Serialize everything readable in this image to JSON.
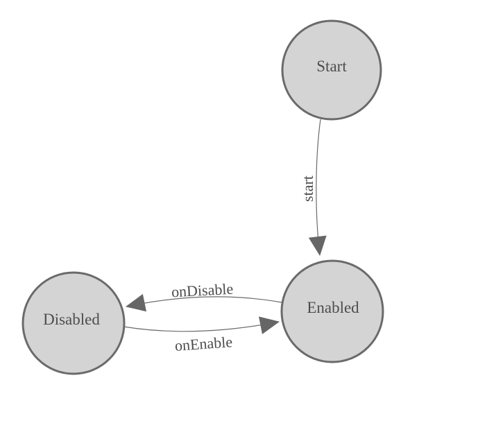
{
  "diagram": {
    "type": "state-machine",
    "states": [
      {
        "id": "start",
        "label": "Start"
      },
      {
        "id": "enabled",
        "label": "Enabled"
      },
      {
        "id": "disabled",
        "label": "Disabled"
      }
    ],
    "transitions": [
      {
        "from": "Start",
        "to": "Enabled",
        "label": "start"
      },
      {
        "from": "Enabled",
        "to": "Disabled",
        "label": "onDisable"
      },
      {
        "from": "Disabled",
        "to": "Enabled",
        "label": "onEnable"
      }
    ],
    "colors": {
      "background": "#ffffff",
      "node_fill": "#d4d4d4",
      "node_stroke": "#6a6a6a",
      "edge_stroke": "#6a6a6a",
      "arrow_fill": "#666666",
      "label_text": "#4d4d4d"
    }
  }
}
